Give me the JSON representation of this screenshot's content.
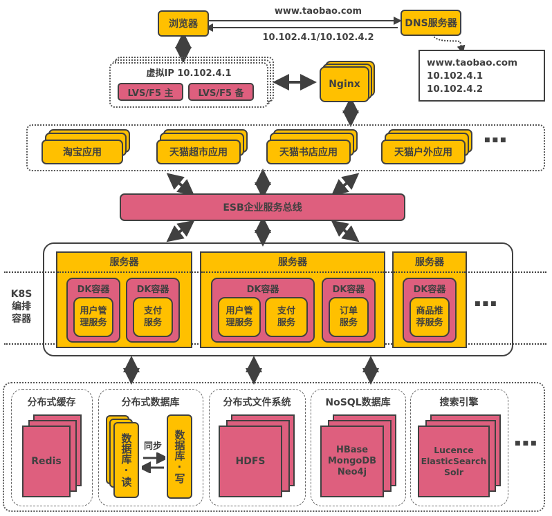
{
  "top": {
    "browser": "浏览器",
    "dns_server": "DNS服务器",
    "request_label": "www.taobao.com",
    "response_label": "10.102.4.1/10.102.4.2",
    "dns_record": [
      "www.taobao.com",
      "10.102.4.1",
      "10.102.4.2"
    ]
  },
  "lb": {
    "virtual_ip": "虚拟IP 10.102.4.1",
    "master": "LVS/F5 主",
    "backup": "LVS/F5 备",
    "nginx": "Nginx"
  },
  "apps": {
    "items": [
      "淘宝应用",
      "天猫超市应用",
      "天猫书店应用",
      "天猫户外应用"
    ],
    "more": "..."
  },
  "esb": {
    "label": "ESB企业服务总线"
  },
  "k8s": {
    "label": "K8S编排容器",
    "label_lines": [
      "K8S",
      "编排",
      "容器"
    ],
    "server_label": "服务器",
    "container_label": "DK容器",
    "services": {
      "user_mgmt": "用户管理服务",
      "payment": "支付服务",
      "order": "订单服务",
      "recommend": "商品推荐服务"
    },
    "more": "..."
  },
  "storage": {
    "groups": [
      {
        "title": "分布式缓存",
        "content": "Redis"
      },
      {
        "title": "分布式数据库",
        "read": "数据库·读",
        "write": "数据库·写",
        "sync": "同步"
      },
      {
        "title": "分布式文件系统",
        "content": "HDFS"
      },
      {
        "title": "NoSQL数据库",
        "content_lines": [
          "HBase",
          "MongoDB",
          "Neo4j"
        ]
      },
      {
        "title": "搜索引擎",
        "content_lines": [
          "Lucence",
          "ElasticSearch",
          "Solr"
        ]
      }
    ],
    "more": "..."
  },
  "colors": {
    "yellow": "#FFC000",
    "pink": "#DE5F7E",
    "dark": "#404040"
  }
}
